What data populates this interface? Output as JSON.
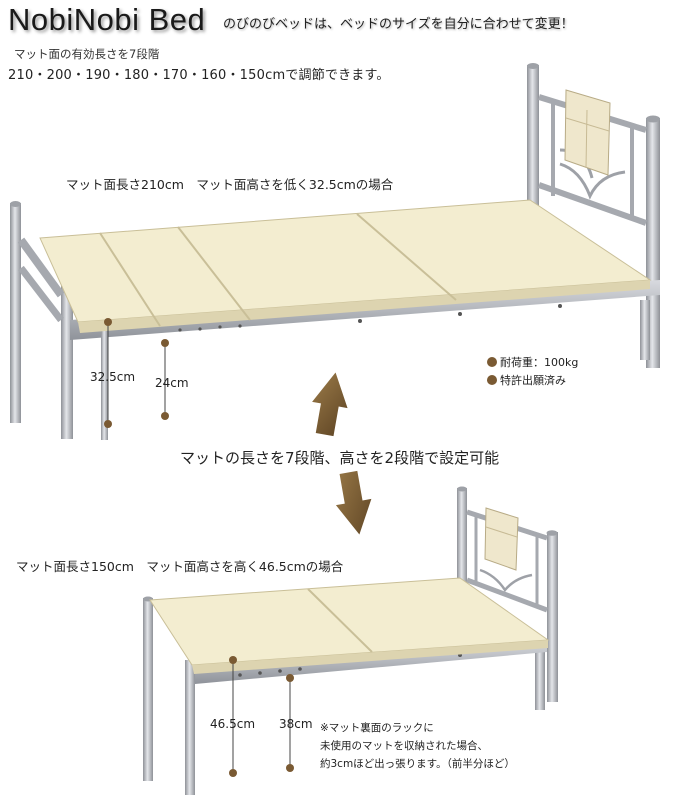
{
  "header": {
    "brand": "NobiNobi Bed",
    "tagline": "のびのびベッドは、ベッドのサイズを自分に合わせて変更！",
    "steps_line1": "マット面の有効長さを7段階",
    "steps_line2": "210・200・190・180・170・160・150cmで調節できます。"
  },
  "top_bed": {
    "caption": "マット面長さ210cm　マット面高さを低く32.5cmの場合",
    "dim_high": "32.5cm",
    "dim_low": "24cm"
  },
  "specs": {
    "load": "耐荷重：100kg",
    "patent": "特許出願済み"
  },
  "center": {
    "text": "マットの長さを7段階、高さを2段階で設定可能"
  },
  "bottom_bed": {
    "caption": "マット面長さ150cm　マット面高さを高く46.5cmの場合",
    "dim_high": "46.5cm",
    "dim_low": "38cm"
  },
  "note": {
    "line1": "※マット裏面のラックに",
    "line2": "未使用のマットを収納された場合、",
    "line3": "約3cmほど出っ張ります。（前半分ほど）"
  },
  "colors": {
    "mattress": "#f3edd0",
    "frame": "#b9bcc2",
    "arrow": "#7a5a33",
    "dot": "#7a5a33"
  }
}
